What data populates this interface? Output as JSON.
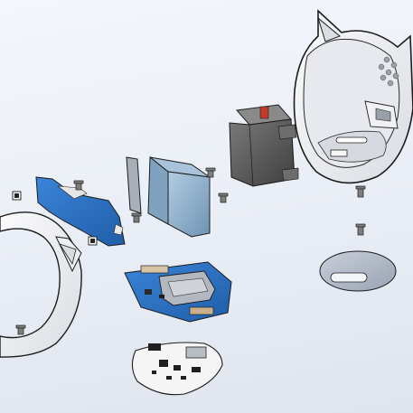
{
  "colors": {
    "background_top": "#f4f6fb",
    "background_bottom": "#dfe4ee",
    "shell_white": "#f2f3f5",
    "shell_edge": "#1d1d1d",
    "pcb_blue": "#2a6fc4",
    "pcb_white": "#f1f1f1",
    "battery_blue": "#8fb2cf",
    "servo_gray": "#5c5c5c",
    "base_plate_gray": "#b8bfcc",
    "screw_gray": "#7d7d7d"
  },
  "parts": [
    "front-bezel-ring",
    "display-pcb",
    "gasket-strip",
    "battery-pack",
    "servo-motor",
    "rear-shell-head",
    "main-pcb",
    "charging-pcb",
    "base-plate",
    "screws",
    "square-nuts"
  ]
}
